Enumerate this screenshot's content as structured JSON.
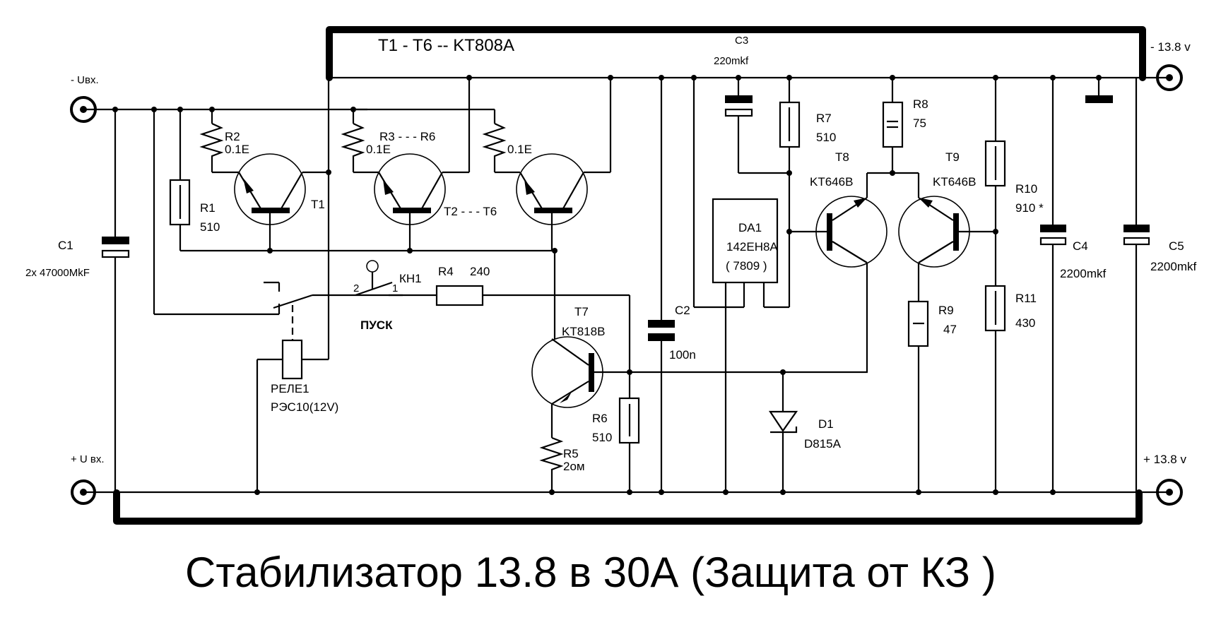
{
  "title": "Стабилизатор 13.8 в  30А (Защита от КЗ )",
  "bus_label": "T1 - T6 -- KT808A",
  "terminals": {
    "in_neg": "- Uвх.",
    "in_pos": "+ U вх.",
    "out_neg": "- 13.8 v",
    "out_pos": "+ 13.8 v"
  },
  "components": {
    "C1": {
      "ref": "C1",
      "value": "2x 47000MkF"
    },
    "C2": {
      "ref": "C2",
      "value": "100n"
    },
    "C3": {
      "ref": "C3",
      "value": "220mkf"
    },
    "C4": {
      "ref": "C4",
      "value": "2200mkf"
    },
    "C5": {
      "ref": "C5",
      "value": "2200mkf"
    },
    "R1": {
      "ref": "R1",
      "value": "510"
    },
    "R2": {
      "ref": "R2",
      "value": "0.1E"
    },
    "R3": {
      "ref": "R3 - - - R6",
      "value": "0.1E"
    },
    "R3b": {
      "value": "0.1E"
    },
    "R4": {
      "ref": "R4",
      "value": "240"
    },
    "R5": {
      "ref": "R5",
      "value": "2ом"
    },
    "R6": {
      "ref": "R6",
      "value": "510"
    },
    "R7": {
      "ref": "R7",
      "value": "510"
    },
    "R8": {
      "ref": "R8",
      "value": "75"
    },
    "R9": {
      "ref": "R9",
      "value": "47"
    },
    "R10": {
      "ref": "R10",
      "value": "910 *"
    },
    "R11": {
      "ref": "R11",
      "value": "430"
    },
    "T1": {
      "ref": "T1"
    },
    "T2": {
      "ref": "T2 - - - T6"
    },
    "T7": {
      "ref": "T7",
      "value": "KT818B"
    },
    "T8": {
      "ref": "T8",
      "value": "KT646B"
    },
    "T9": {
      "ref": "T9",
      "value": "KT646B"
    },
    "DA1": {
      "ref": "DA1",
      "value": "142EH8A",
      "alt": "( 7809 )"
    },
    "D1": {
      "ref": "D1",
      "value": "D815A"
    },
    "KH1": {
      "ref": "КН1",
      "pin1": "1",
      "pin2": "2",
      "label": "ПУСК"
    },
    "RELAY": {
      "ref": "РЕЛЕ1",
      "value": "РЭС10(12V)"
    }
  }
}
